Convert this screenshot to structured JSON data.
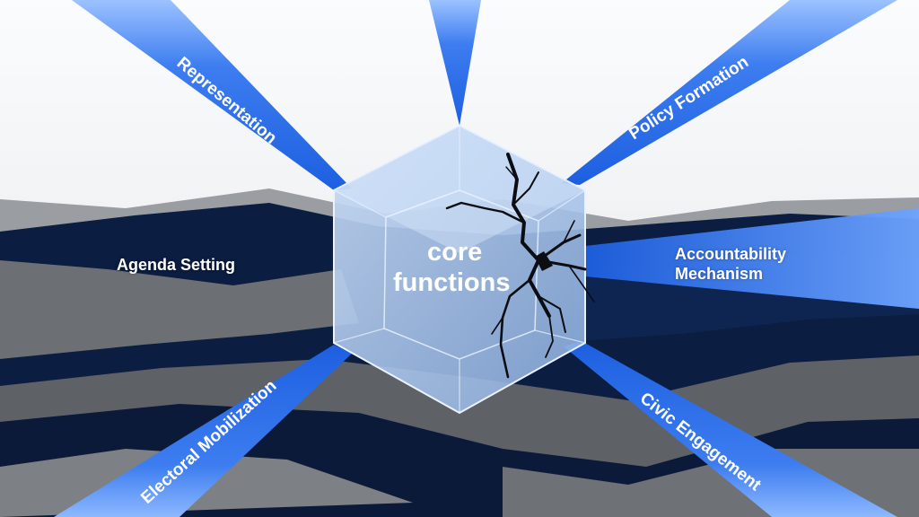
{
  "diagram": {
    "center": {
      "line1": "core",
      "line2": "functions"
    },
    "functions": [
      {
        "id": "representation",
        "label": "Representation"
      },
      {
        "id": "policy-formation",
        "label": "Policy Formation"
      },
      {
        "id": "agenda-setting",
        "label": "Agenda Setting"
      },
      {
        "id": "accountability",
        "line1": "Accountability",
        "line2": "Mechanism"
      },
      {
        "id": "electoral-mobilization",
        "label": "Electoral Mobilization"
      },
      {
        "id": "civic-engagement",
        "label": "Civic Engagement"
      }
    ]
  },
  "colors": {
    "beam": "#2f6fe0",
    "beam_light": "#7fb0ff",
    "ground_dark": "#0a1a38",
    "ground_gray": "#6f7276",
    "sky": "#f4f5f7",
    "cube_fill": "#a9c6ee",
    "crack": "#0b0d12"
  }
}
